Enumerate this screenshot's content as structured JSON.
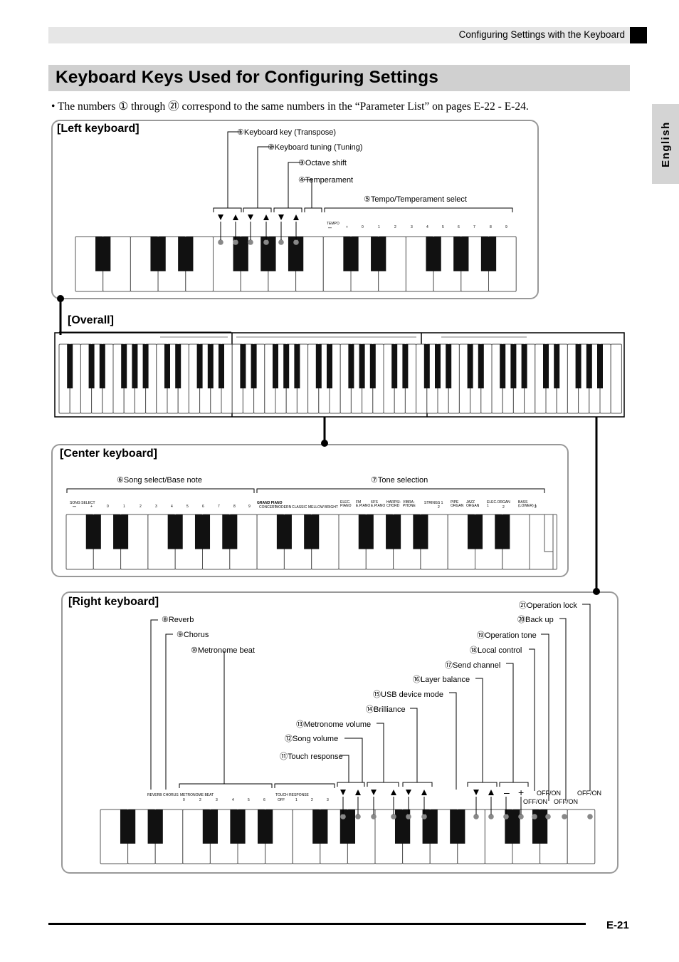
{
  "header": {
    "section": "Configuring Settings with the Keyboard"
  },
  "title": "Keyboard Keys Used for Configuring Settings",
  "intro": "•  The numbers ① through ㉑ correspond to the same numbers in the “Parameter List” on pages E-22 - E-24.",
  "language_tab": "English",
  "left_keyboard": {
    "title": "[Left keyboard]",
    "labels": [
      "①Keyboard key (Transpose)",
      "②Keyboard tuning (Tuning)",
      "③Octave shift",
      "④Temperament",
      "⑤Tempo/Temperament select"
    ],
    "print": [
      "TEMPO",
      "–",
      "+",
      "0",
      "1",
      "2",
      "3",
      "4",
      "5",
      "6",
      "7",
      "8",
      "9"
    ]
  },
  "overall": {
    "title": "[Overall]"
  },
  "center_keyboard": {
    "title": "[Center keyboard]",
    "labels": [
      "⑥Song select/Base note",
      "⑦Tone selection"
    ],
    "song_print": [
      "SONG SELECT",
      "–",
      "+",
      "0",
      "1",
      "2",
      "3",
      "4",
      "5",
      "6",
      "7",
      "8",
      "9"
    ],
    "tone_print": [
      "GRAND PIANO",
      "CONCERT",
      "MODERN",
      "CLASSIC",
      "MELLOW",
      "BRIGHT",
      "ELEC. PIANO",
      "FM E.PIANO",
      "60'S E.PIANO",
      "HARPSI-CHORD",
      "VIBRA-PHONE",
      "STRINGS 1",
      "2",
      "PIPE ORGAN",
      "JAZZ ORGAN",
      "ELEC.ORGAN 1",
      "2",
      "BASS (LOWER) 1",
      "2"
    ]
  },
  "right_keyboard": {
    "title": "[Right keyboard]",
    "labels": [
      "⑧Reverb",
      "⑨Chorus",
      "⑩Metronome beat",
      "⑪Touch response",
      "⑫Song volume",
      "⑬Metronome volume",
      "⑭Brilliance",
      "⑮USB device mode",
      "⑯Layer balance",
      "⑰Send channel",
      "⑱Local control",
      "⑲Operation tone",
      "⑳Back up",
      "㉑Operation lock"
    ],
    "print": [
      "REVERB",
      "CHORUS",
      "METRONOME BEAT",
      "TOUCH RESPONSE",
      "0",
      "2",
      "3",
      "4",
      "5",
      "6",
      "OFF",
      "1",
      "2",
      "3"
    ],
    "offon": [
      "OFF/ON",
      "OFF/ON",
      "OFF/ON",
      "OFF/ON"
    ],
    "minus": "–",
    "plus": "+"
  },
  "footer": {
    "page": "E-21"
  }
}
